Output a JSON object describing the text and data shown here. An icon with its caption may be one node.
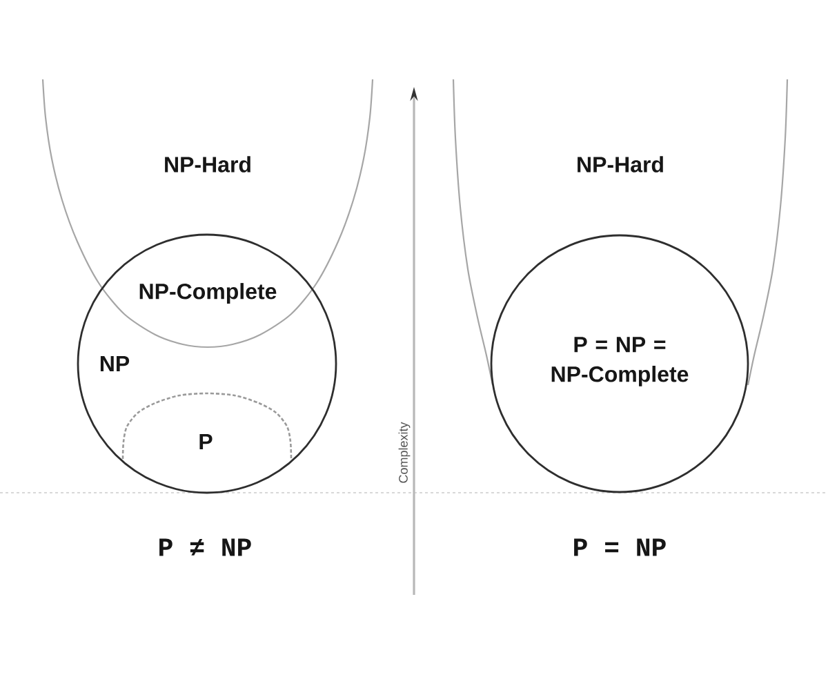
{
  "diagram": {
    "nodes": [
      {
        "text": [
          "NP-Hard"
        ]
      },
      {
        "text": [
          "NP"
        ]
      },
      {
        "text": [
          "P"
        ],
        "in": 1
      },
      {
        "text": [
          "NP-Hard"
        ]
      },
      {
        "text": [
          "P = NP = NP-Complete"
        ]
      }
    ],
    "labels": [
      "NP-Complete",
      "Complexity",
      "P ≠ NP",
      "P = NP"
    ]
  }
}
